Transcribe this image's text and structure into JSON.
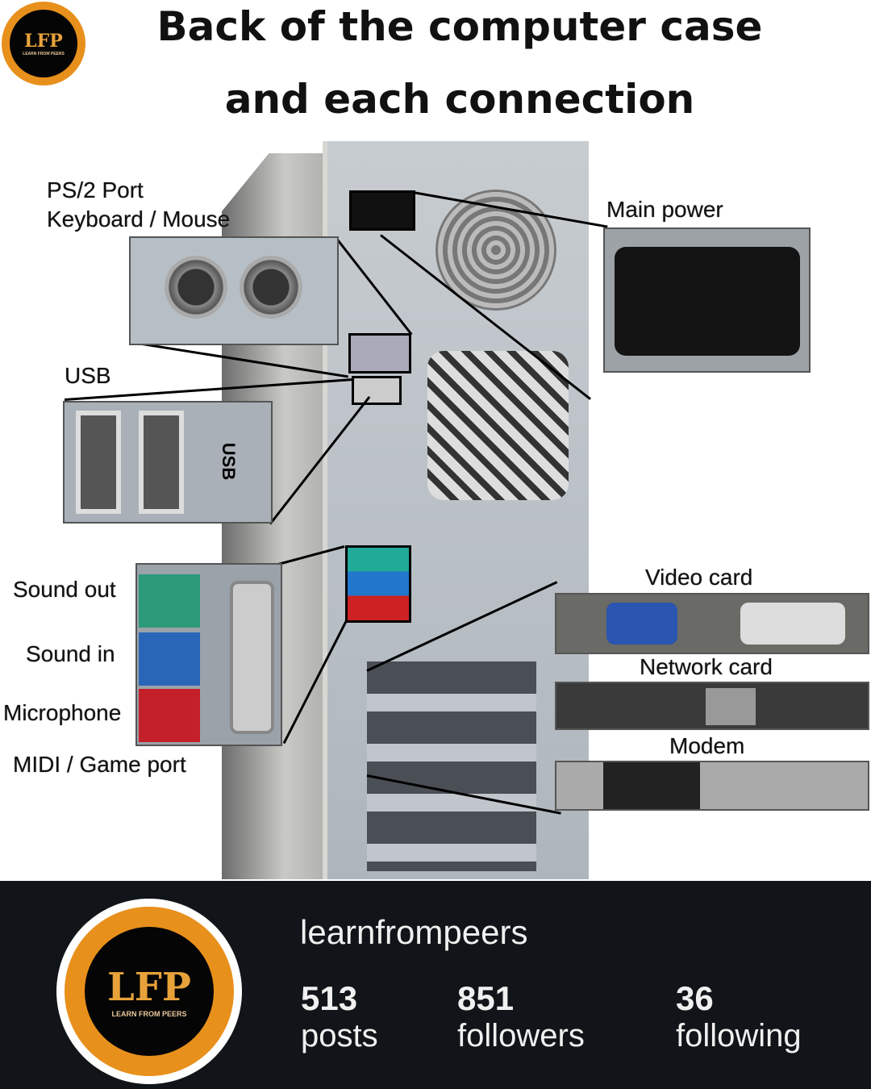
{
  "header": {
    "title_line1": "Back of the computer case",
    "title_line2": "and each connection",
    "logo_text": "LFP",
    "logo_tagline": "LEARN FROM PEERS"
  },
  "diagram": {
    "labels": {
      "ps2_line1": "PS/2 Port",
      "ps2_line2": "Keyboard / Mouse",
      "main_power": "Main power",
      "usb": "USB",
      "sound_out": "Sound out",
      "sound_in": "Sound in",
      "microphone": "Microphone",
      "midi": "MIDI / Game port",
      "video_card": "Video card",
      "network_card": "Network card",
      "modem": "Modem"
    },
    "usb_panel_text": "USB"
  },
  "profile": {
    "username": "learnfrompeers",
    "posts_count": "513",
    "posts_label": "posts",
    "followers_count": "851",
    "followers_label": "followers",
    "following_count": "36",
    "following_label": "following"
  }
}
